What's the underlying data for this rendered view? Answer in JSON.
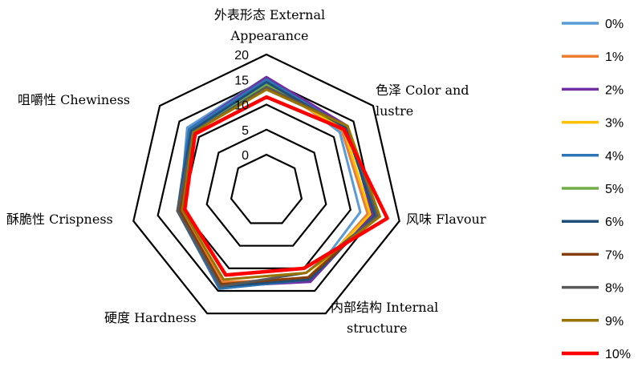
{
  "chart_data": {
    "type": "radar",
    "axes": [
      [
        "外表形态 External",
        "Appearance"
      ],
      [
        "色泽 Color and",
        "lustre"
      ],
      [
        "风味 Flavour"
      ],
      [
        "内部结构 Internal",
        "structure"
      ],
      [
        "硬度 Hardness"
      ],
      [
        "酥脆性 Crispness"
      ],
      [
        "咀嚼性 Chewiness"
      ]
    ],
    "rlim": [
      0,
      20
    ],
    "ticks": [
      "0",
      "5",
      "10",
      "15",
      "20"
    ],
    "grid": true,
    "legend_position": "right",
    "series": [
      {
        "name": "0%",
        "color": "#5b9bd5",
        "values": [
          15.5,
          11.5,
          12.0,
          12.5,
          14.5,
          10.5,
          13.0
        ]
      },
      {
        "name": "1%",
        "color": "#ed7d31",
        "values": [
          14.5,
          12.0,
          13.5,
          12.5,
          13.0,
          10.5,
          12.0
        ]
      },
      {
        "name": "2%",
        "color": "#7030a0",
        "values": [
          15.5,
          13.5,
          14.5,
          13.0,
          14.0,
          10.5,
          12.5
        ]
      },
      {
        "name": "3%",
        "color": "#ffc000",
        "values": [
          14.0,
          12.5,
          14.0,
          12.0,
          13.5,
          10.5,
          12.0
        ]
      },
      {
        "name": "4%",
        "color": "#2e75b6",
        "values": [
          15.0,
          13.0,
          15.0,
          12.5,
          14.5,
          11.0,
          12.5
        ]
      },
      {
        "name": "5%",
        "color": "#70ad47",
        "values": [
          14.0,
          13.0,
          15.5,
          12.0,
          14.0,
          10.5,
          12.0
        ]
      },
      {
        "name": "6%",
        "color": "#1f4e79",
        "values": [
          14.5,
          13.0,
          15.0,
          12.5,
          14.0,
          11.0,
          12.0
        ]
      },
      {
        "name": "7%",
        "color": "#843c0c",
        "values": [
          13.5,
          13.5,
          15.5,
          12.0,
          13.5,
          10.5,
          11.5
        ]
      },
      {
        "name": "8%",
        "color": "#595959",
        "values": [
          13.5,
          13.5,
          15.5,
          11.0,
          14.0,
          11.0,
          11.5
        ]
      },
      {
        "name": "9%",
        "color": "#997300",
        "values": [
          13.0,
          13.5,
          16.0,
          11.0,
          12.5,
          10.0,
          11.5
        ]
      },
      {
        "name": "10%",
        "color": "#ff0000",
        "values": [
          11.5,
          12.5,
          17.5,
          10.0,
          11.5,
          9.5,
          11.0
        ]
      }
    ]
  }
}
